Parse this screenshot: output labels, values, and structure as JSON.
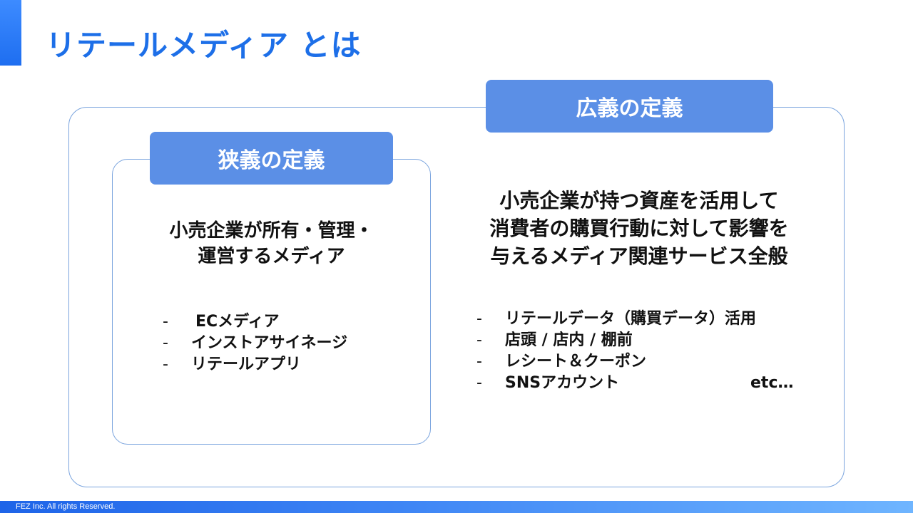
{
  "slide": {
    "title": "リテールメディア とは"
  },
  "broad": {
    "label": "広義の定義",
    "definition_lines": [
      "小売企業が持つ資産を活用して",
      "消費者の購買行動に対して影響を",
      "与えるメディア関連サービス全般"
    ],
    "items": [
      "リテールデータ（購買データ）活用",
      "店頭 / 店内 / 棚前",
      "レシート＆クーポン",
      "SNSアカウント"
    ],
    "etc": "etc…"
  },
  "narrow": {
    "label": "狭義の定義",
    "definition_lines": [
      "小売企業が所有・管理・",
      "運営するメディア"
    ],
    "items": [
      "ECメディア",
      "インストアサイネージ",
      "リテールアプリ"
    ]
  },
  "list_marker": "-",
  "footer": {
    "copyright": "FEZ Inc. All rights Reserved."
  },
  "colors": {
    "title": "#1d6fe8",
    "tab_fill": "#5b8fe6",
    "frame_border": "#7aa4de",
    "accent": "#1e6ef0"
  }
}
